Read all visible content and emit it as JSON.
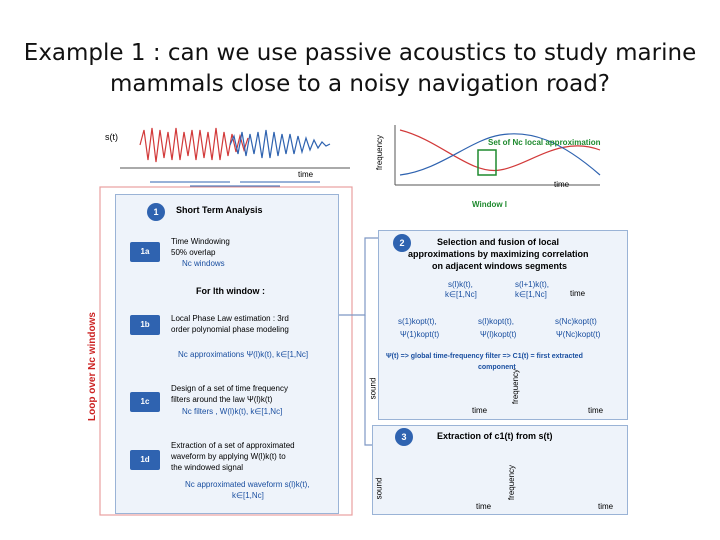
{
  "slide": {
    "title_line1": "Example 1 : can we use passive acoustics to study marine",
    "title_line2": "mammals close to a noisy navigation road?"
  },
  "signal": {
    "ylabel": "s(t)",
    "xlabel": "time"
  },
  "tf_plot": {
    "ylabel": "frequency",
    "xlabel": "time",
    "set_label": "Set of Nc local approximation",
    "window_label": "Window l"
  },
  "loop_label": "Loop over Nc windows",
  "step1": {
    "number": "1",
    "title": "Short Term Analysis",
    "sub_1a": {
      "tag": "1a",
      "line1": "Time Windowing",
      "line2": "50% overlap",
      "line3": "Nc windows"
    },
    "for_window": "For lth window :",
    "sub_1b": {
      "tag": "1b",
      "line1": "Local Phase Law estimation : 3rd",
      "line2": "order polynomial phase modeling",
      "note": "Nc approximations Ψ(l)k(t), k∈[1,Nc]"
    },
    "sub_1c": {
      "tag": "1c",
      "line1": "Design of a set of time frequency",
      "line2": "filters around the law Ψ(l)k(t)",
      "note": "Nc filters , W(l)k(t), k∈[1,Nc]"
    },
    "sub_1d": {
      "tag": "1d",
      "line1": "Extraction of a set of approximated",
      "line2": "waveform by applying W(l)k(t) to",
      "line3": "the windowed signal",
      "note1": "Nc approximated waveform s(l)k(t),",
      "note2": "k∈[1,Nc]"
    }
  },
  "step2": {
    "number": "2",
    "title_line1": "Selection and fusion of local",
    "title_line2": "approximations by maximizing correlation",
    "title_line3": "on adjacent windows segments",
    "win_label1": "s(l)k(t),",
    "win_label2": "k∈[1,Nc]",
    "win_label3": "s(l+1)k(t),",
    "win_label4": "k∈[1,Nc]",
    "time_label": "time",
    "kopt_a1": "s(1)kopt(t),",
    "kopt_a2": "Ψ(1)kopt(t)",
    "kopt_b1": "s(l)kopt(t),",
    "kopt_b2": "Ψ(l)kopt(t)",
    "kopt_c1": "s(Nc)kopt(t)",
    "kopt_c2": "Ψ(Nc)kopt(t)",
    "result_line1": "Ψ(t) => global time-frequency filter => C1(t) = first extracted",
    "result_line2": "component",
    "plot_sound": "sound",
    "plot_time1": "time",
    "plot_freq": "frequency",
    "plot_time2": "time"
  },
  "step3": {
    "number": "3",
    "title": "Extraction of c1(t) from s(t)",
    "sound": "sound",
    "time1": "time",
    "freq": "frequency",
    "time2": "time"
  },
  "colors": {
    "blue": "#2f63b0",
    "red": "#cc2222",
    "green": "#1e8a2e",
    "panel": "#eef3fa"
  }
}
